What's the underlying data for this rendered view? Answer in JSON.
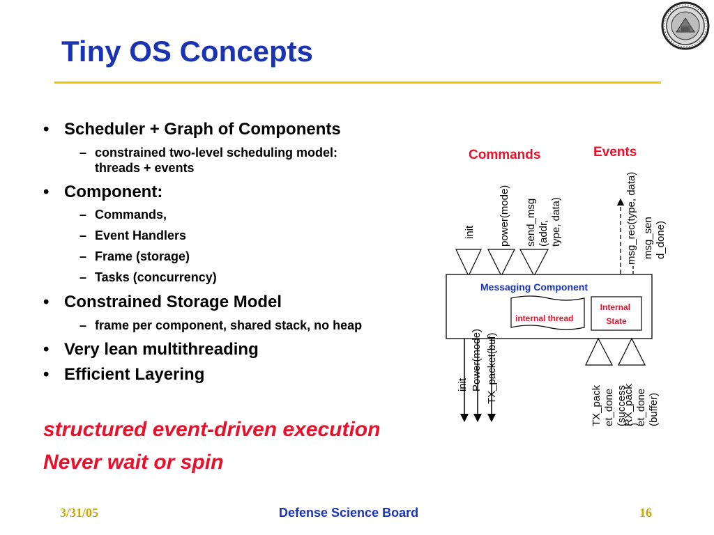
{
  "slide": {
    "title": "Tiny OS Concepts",
    "bullets": [
      {
        "text": "Scheduler + Graph of Components",
        "subs": [
          "constrained two-level scheduling model:",
          "threads + events"
        ]
      },
      {
        "text": "Component:",
        "subs": [
          "Commands,",
          "Event Handlers",
          "Frame (storage)",
          "Tasks (concurrency)"
        ]
      },
      {
        "text": "Constrained Storage Model",
        "subs": [
          "frame per component, shared stack, no heap"
        ]
      },
      {
        "text": "Very lean multithreading",
        "subs": []
      },
      {
        "text": "Efficient Layering",
        "subs": []
      }
    ],
    "emphasis": [
      "structured event-driven execution",
      "Never wait or spin"
    ],
    "bullet_glyph": "•",
    "dash_glyph": "–"
  },
  "diagram": {
    "commands_label": "Commands",
    "events_label": "Events",
    "component_label": "Messaging Component",
    "internal_thread_label": "internal thread",
    "internal_state_label": [
      "Internal",
      "State"
    ],
    "top_commands": [
      [
        "init"
      ],
      [
        "power(mode)"
      ],
      [
        "send_msg",
        "(addr,",
        "type, data)"
      ]
    ],
    "top_events": [
      [
        "msg_rec(type, data)"
      ],
      [
        "msg_sen",
        "d_done)"
      ]
    ],
    "bottom_commands": [
      [
        "init"
      ],
      [
        "Power(mode)"
      ],
      [
        "TX_packet(buf)"
      ]
    ],
    "bottom_events": [
      [
        "TX_pack",
        "et_done",
        "(success",
        ")"
      ],
      [
        "RX_pack",
        "et_done",
        "(buffer)"
      ]
    ],
    "colors": {
      "title": "#1a33b3",
      "red": "#e8102a",
      "blue": "#1a33b3",
      "rule": "#f2c200",
      "footer_gold": "#c8a800"
    }
  },
  "footer": {
    "date": "3/31/05",
    "center": "Defense Science Board",
    "page": "16"
  },
  "logo": {
    "name": "university-seal-icon"
  }
}
